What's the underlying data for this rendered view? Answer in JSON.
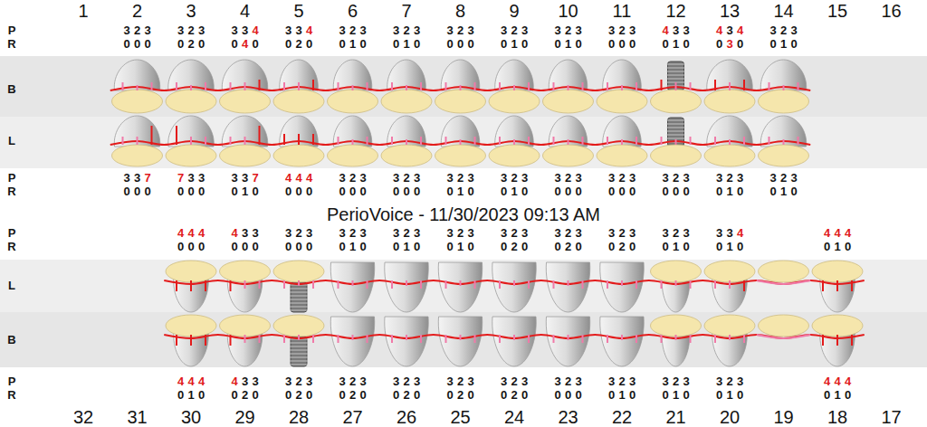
{
  "diagram": {
    "title": "PerioVoice - 11/30/2023 09:13 AM",
    "labels": [
      "1",
      "2",
      "3",
      "4",
      "5",
      "6",
      "7",
      "8",
      "9",
      "10",
      "11",
      "12",
      "13",
      "14",
      "15",
      "16",
      "P",
      "R",
      "B",
      "L",
      "P",
      "R",
      "P",
      "R",
      "L",
      "B",
      "P",
      "R",
      "3",
      "2",
      "3",
      "3",
      "2",
      "3",
      "3",
      "3",
      "4",
      "3",
      "3",
      "4",
      "3",
      "2",
      "3",
      "3",
      "2",
      "3",
      "3",
      "2",
      "3",
      "3",
      "2",
      "3",
      "3",
      "2",
      "3",
      "3",
      "2",
      "3",
      "4",
      "3",
      "3",
      "4",
      "3",
      "4",
      "3",
      "2",
      "3",
      "0",
      "0",
      "0",
      "0",
      "2",
      "0",
      "0",
      "4",
      "0",
      "0",
      "2",
      "0",
      "0",
      "1",
      "0",
      "0",
      "1",
      "0",
      "0",
      "0",
      "0",
      "0",
      "1",
      "0",
      "0",
      "1",
      "0",
      "0",
      "0",
      "0",
      "0",
      "1",
      "0",
      "0",
      "3",
      "0",
      "0",
      "1",
      "0",
      "3",
      "3",
      "7",
      "7",
      "3",
      "3",
      "3",
      "3",
      "7",
      "4",
      "4",
      "4",
      "3",
      "2",
      "3",
      "3",
      "2",
      "3",
      "3",
      "2",
      "3",
      "3",
      "2",
      "3",
      "3",
      "2",
      "3",
      "3",
      "2",
      "3",
      "3",
      "2",
      "3",
      "3",
      "2",
      "3",
      "3",
      "2",
      "3",
      "0",
      "0",
      "0",
      "0",
      "0",
      "0",
      "0",
      "1",
      "0",
      "0",
      "0",
      "0",
      "0",
      "0",
      "0",
      "0",
      "0",
      "0",
      "0",
      "1",
      "0",
      "0",
      "1",
      "0",
      "0",
      "0",
      "0",
      "0",
      "0",
      "0",
      "0",
      "0",
      "0",
      "0",
      "1",
      "0",
      "0",
      "1",
      "0",
      "4",
      "4",
      "4",
      "4",
      "3",
      "3",
      "3",
      "2",
      "3",
      "3",
      "2",
      "3",
      "3",
      "2",
      "3",
      "3",
      "2",
      "3",
      "3",
      "2",
      "3",
      "3",
      "2",
      "3",
      "3",
      "2",
      "3",
      "3",
      "2",
      "3",
      "3",
      "3",
      "4",
      "4",
      "4",
      "4",
      "0",
      "0",
      "0",
      "0",
      "0",
      "0",
      "0",
      "0",
      "0",
      "0",
      "1",
      "0",
      "0",
      "1",
      "0",
      "0",
      "1",
      "0",
      "0",
      "2",
      "0",
      "0",
      "2",
      "0",
      "0",
      "2",
      "0",
      "0",
      "1",
      "0",
      "0",
      "1",
      "0",
      "0",
      "1",
      "0",
      "4",
      "4",
      "4",
      "4",
      "3",
      "3",
      "3",
      "2",
      "3",
      "3",
      "2",
      "3",
      "3",
      "2",
      "3",
      "3",
      "2",
      "3",
      "3",
      "2",
      "3",
      "3",
      "2",
      "3",
      "3",
      "2",
      "3",
      "3",
      "2",
      "3",
      "3",
      "2",
      "3",
      "4",
      "4",
      "4",
      "0",
      "1",
      "0",
      "0",
      "2",
      "0",
      "0",
      "2",
      "0",
      "0",
      "2",
      "0",
      "0",
      "2",
      "0",
      "0",
      "2",
      "0",
      "0",
      "2",
      "0",
      "0",
      "0",
      "0",
      "0",
      "1",
      "0",
      "0",
      "1",
      "0",
      "0",
      "1",
      "0",
      "0",
      "1",
      "0",
      "32",
      "31",
      "30",
      "29",
      "28",
      "27",
      "26",
      "25",
      "24",
      "23",
      "22",
      "21",
      "20",
      "19",
      "18",
      "17"
    ]
  }
}
